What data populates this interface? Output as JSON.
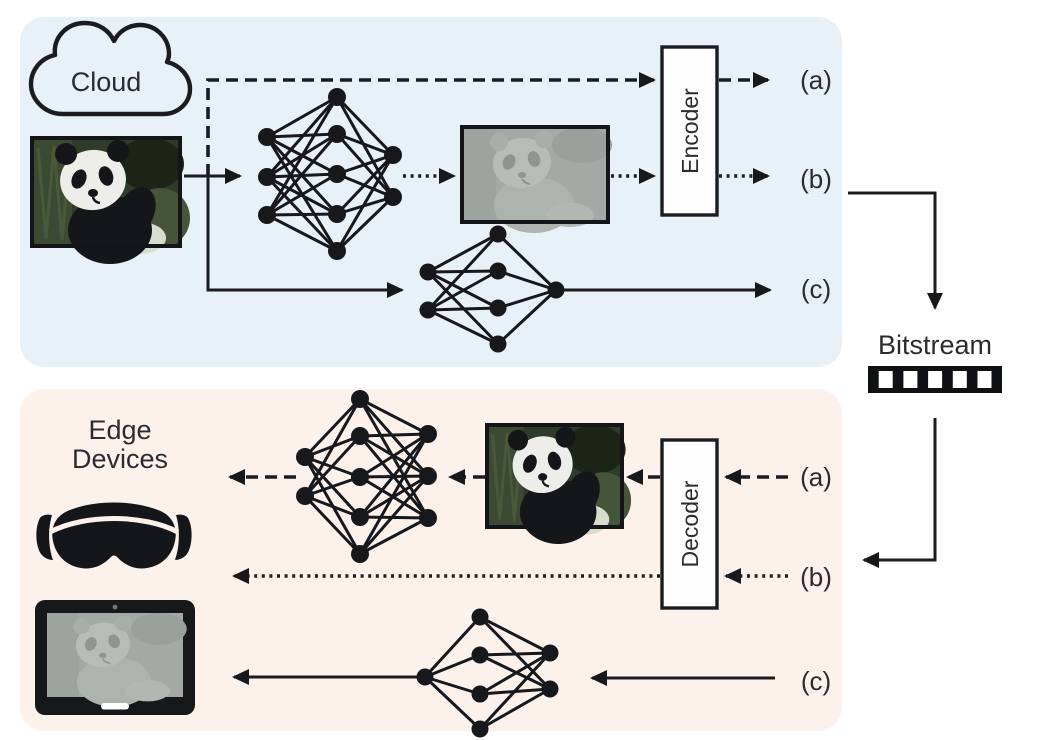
{
  "figure": {
    "cloud_panel": {
      "title": "Cloud",
      "encoder_label": "Encoder",
      "outputs": {
        "a": "(a)",
        "b": "(b)",
        "c": "(c)"
      }
    },
    "bitstream": {
      "label": "Bitstream"
    },
    "edge_panel": {
      "title_line1": "Edge",
      "title_line2": "Devices",
      "decoder_label": "Decoder",
      "inputs": {
        "a": "(a)",
        "b": "(b)",
        "c": "(c)"
      }
    },
    "icons": {
      "cloud": "cloud-outline-icon",
      "original_image": "panda-photo",
      "feature_map": "gray-feature-map",
      "reconstructed_image": "panda-photo",
      "headset": "ar-goggles-icon",
      "tablet": "tablet-device-icon",
      "bitstream_bar": "black-white-bit-squares"
    },
    "colors": {
      "cloud_panel_bg": "#e8f0f8",
      "edge_panel_bg": "#fdf1ec",
      "ink": "#1b1c20",
      "feature_map_gray": "#a3a9a4",
      "box_fill": "#fdfdfe"
    }
  }
}
